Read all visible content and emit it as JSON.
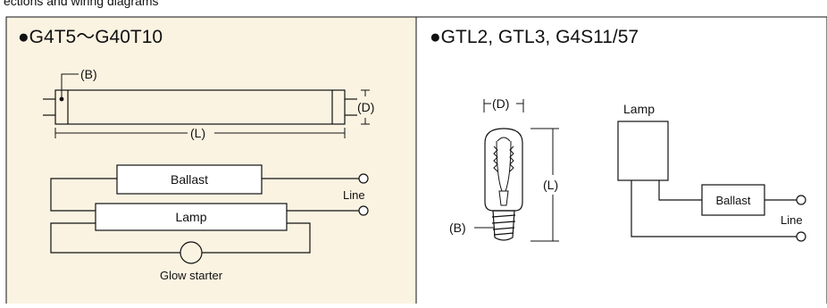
{
  "header_fragment": "ections and wiring diagrams",
  "colors": {
    "panel_bg": "#fbf3e2",
    "line": "#111111",
    "page_bg": "#ffffff"
  },
  "left_panel": {
    "title": "●G4T5～G40T10",
    "dim_b": "(B)",
    "dim_d": "(D)",
    "dim_l": "(L)",
    "ballast": "Ballast",
    "lamp": "Lamp",
    "line": "Line",
    "starter": "Glow starter"
  },
  "right_panel": {
    "title": "●GTL2, GTL3, G4S11/57",
    "dim_d": "(D)",
    "dim_l": "(L)",
    "dim_b": "(B)",
    "lamp": "Lamp",
    "ballast": "Ballast",
    "line": "Line"
  }
}
